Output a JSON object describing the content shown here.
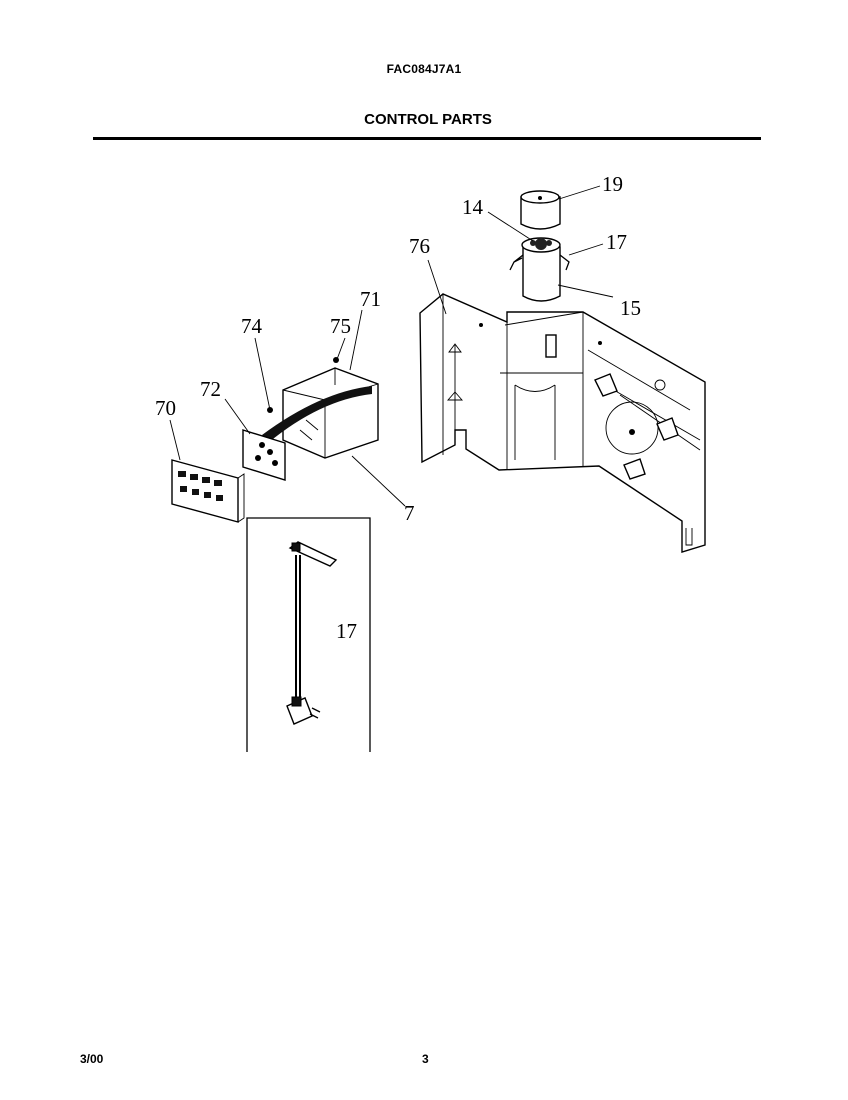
{
  "header": {
    "model_number": "FAC084J7A1",
    "section_title": "CONTROL PARTS"
  },
  "footer": {
    "date": "3/00",
    "page_number": "3"
  },
  "callouts": {
    "c19": "19",
    "c14": "14",
    "c17a": "17",
    "c15": "15",
    "c76": "76",
    "c74": "74",
    "c75": "75",
    "c71": "71",
    "c72": "72",
    "c70": "70",
    "c7": "7",
    "c17b": "17"
  }
}
